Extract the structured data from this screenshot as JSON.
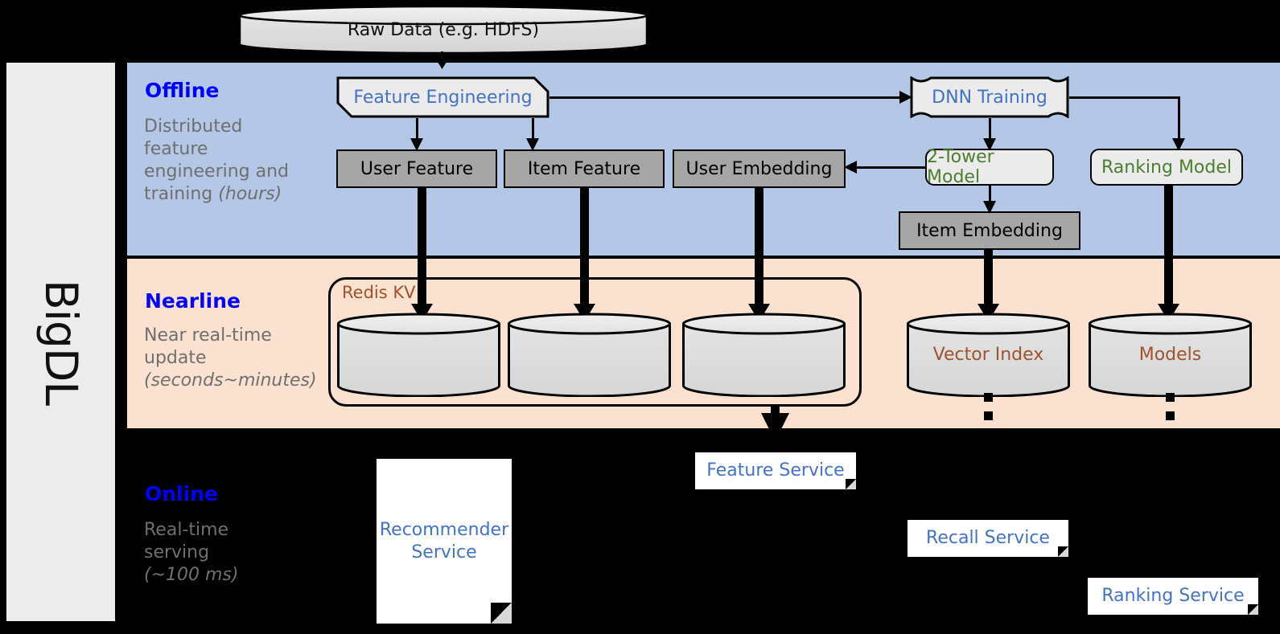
{
  "sidebar": {
    "label": "BigDL"
  },
  "source": {
    "label": "Raw Data (e.g. HDFS)"
  },
  "bands": [
    {
      "id": "offline",
      "title": "Offline",
      "subtitle_line1": "Distributed",
      "subtitle_line2": "feature",
      "subtitle_line3": "engineering and",
      "subtitle_line4": "training ",
      "subtitle_em": "(hours)",
      "bg": "#b4c7e7"
    },
    {
      "id": "nearline",
      "title": "Nearline",
      "subtitle_line1": "Near real-time",
      "subtitle_line2": "update",
      "subtitle_em": "(seconds~minutes)",
      "bg": "#fbe2d0"
    },
    {
      "id": "online",
      "title": "Online",
      "subtitle_line1": "Real-time",
      "subtitle_line2": "serving",
      "subtitle_em": "(~100 ms)",
      "bg": "#000000"
    }
  ],
  "offline": {
    "feature_engineering": "Feature Engineering",
    "dnn_training": "DNN Training",
    "user_feature": "User Feature",
    "item_feature": "Item Feature",
    "user_embedding": "User Embedding",
    "two_tower_model": "2-Tower Model",
    "ranking_model": "Ranking Model",
    "item_embedding": "Item Embedding"
  },
  "nearline": {
    "redis_kv": "Redis KV",
    "vector_index": "Vector Index",
    "models": "Models"
  },
  "online": {
    "recommender_service": "Recommender\nService",
    "recommender_service_line1": "Recommender",
    "recommender_service_line2": "Service",
    "feature_service": "Feature Service",
    "recall_service": "Recall Service",
    "ranking_service": "Ranking Service"
  },
  "colors": {
    "offline_band": "#b4c7e7",
    "nearline_band": "#fbe2d0",
    "online_band": "#000000",
    "heading_blue": "#0000ff",
    "process_text_blue": "#4472c4",
    "model_text_green": "#4b7f2f",
    "store_text_brown": "#a0522d",
    "data_box_gray": "#a6a6a6",
    "process_box_gray": "#ebebeb",
    "sidebar_gray": "#ececec",
    "subtitle_gray": "#6f6f6f"
  }
}
